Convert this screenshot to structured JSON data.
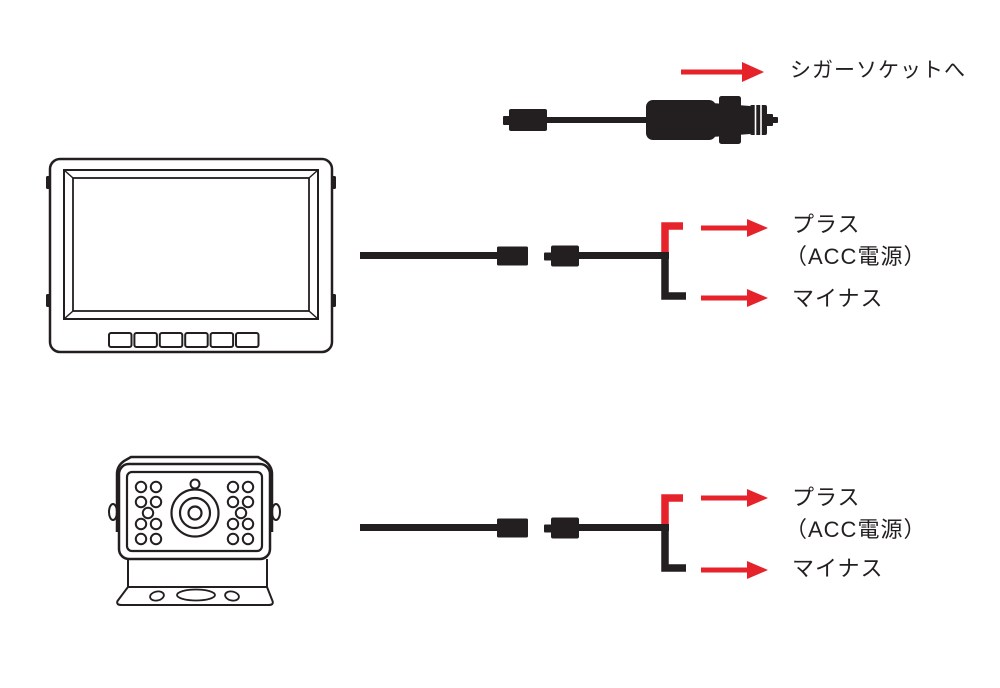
{
  "colors": {
    "ink": "#231f20",
    "red": "#e6232b",
    "background": "#ffffff"
  },
  "cigarette_section": {
    "illustration": "cigarette-lighter-plug",
    "arrow_icon": "arrow-right-icon",
    "arrow_label": "シガーソケットへ"
  },
  "monitor_section": {
    "illustration": "monitor",
    "cable": "power-cable-with-split",
    "plus_label": "プラス",
    "plus_sub_label": "（ACC電源）",
    "minus_label": "マイナス"
  },
  "camera_section": {
    "illustration": "rear-camera",
    "cable": "power-cable-with-split",
    "plus_label": "プラス",
    "plus_sub_label": "（ACC電源）",
    "minus_label": "マイナス"
  }
}
